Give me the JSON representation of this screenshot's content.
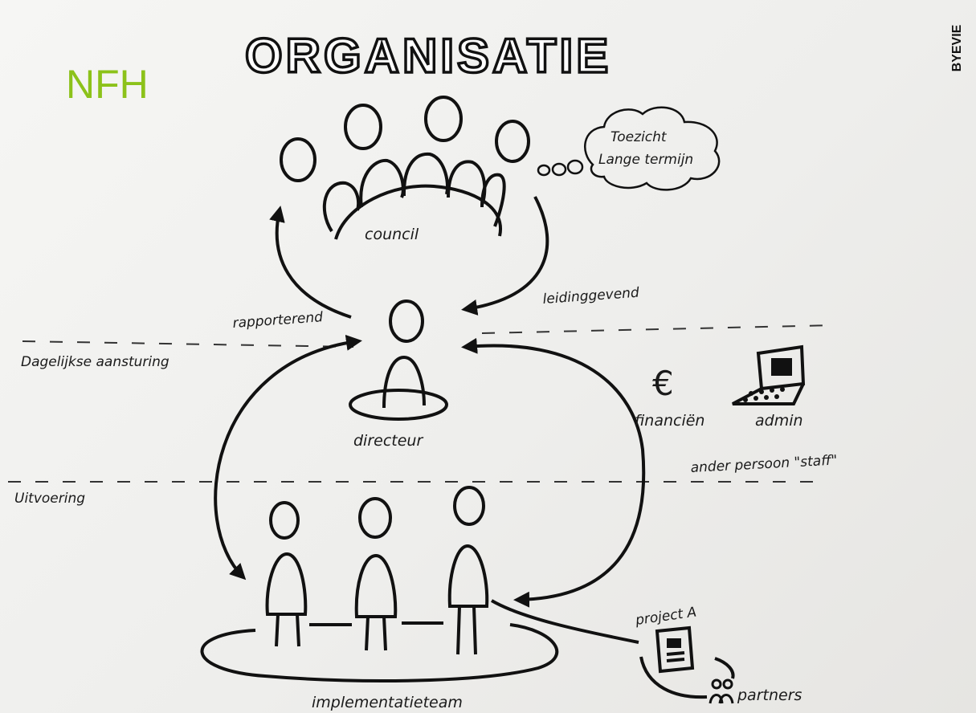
{
  "logo": "NFH",
  "title": "ORGANISATIE",
  "brand": "BYEVIE",
  "thought_bubble": {
    "line1": "Toezicht",
    "line2": "Lange termijn"
  },
  "council": {
    "label": "council"
  },
  "arrows": {
    "reporting": "rapporterend",
    "leading": "leidinggevend"
  },
  "levels": {
    "daily": "Dagelijkse aansturing",
    "execution": "Uitvoering"
  },
  "director": {
    "label": "directeur"
  },
  "staff": {
    "finance_symbol": "€",
    "finance_label": "financiën",
    "admin_label": "admin",
    "note": "ander persoon \"staff\""
  },
  "team": {
    "label": "implementatieteam"
  },
  "project": {
    "label": "project A",
    "partners_label": "partners"
  }
}
